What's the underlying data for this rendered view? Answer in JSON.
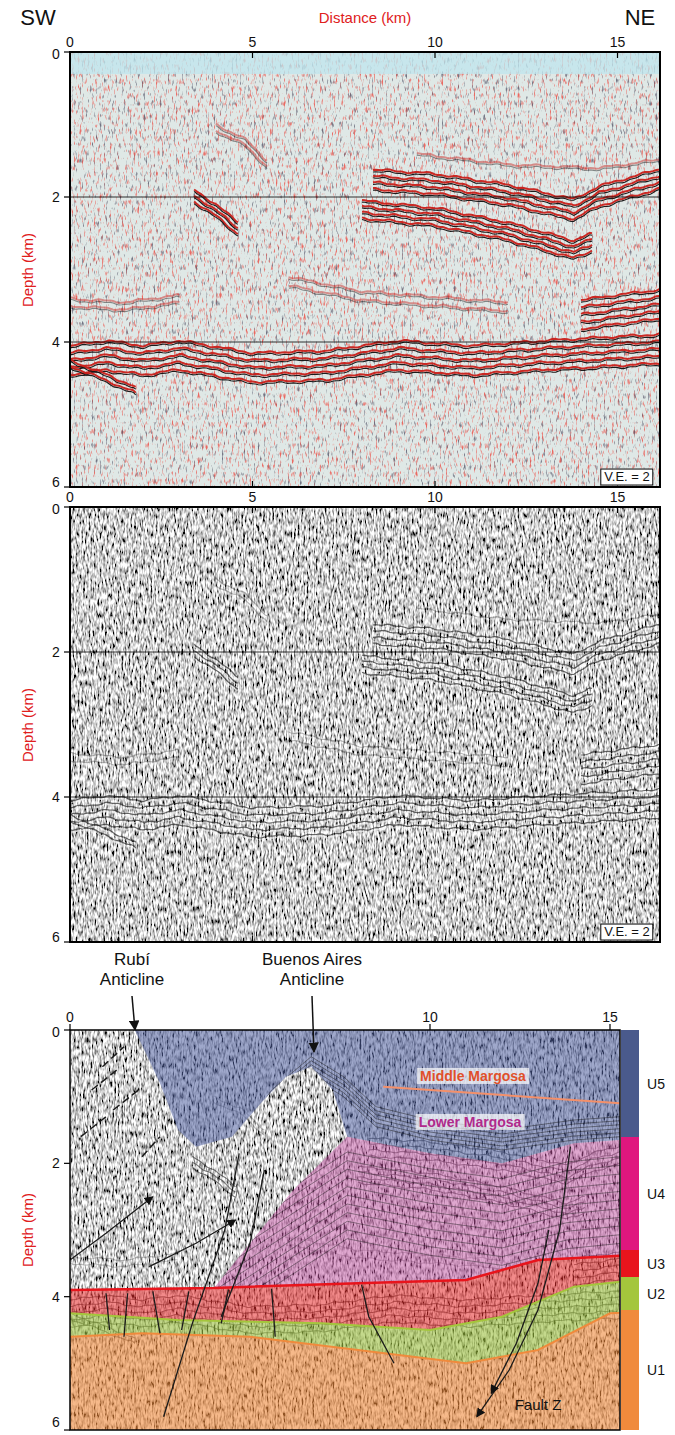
{
  "diagram": {
    "labels": [
      "SW",
      "NE",
      "Distance (km)",
      "0",
      "5",
      "10",
      "15",
      "0",
      "2",
      "4",
      "6",
      "Depth (km)",
      "V.E. = 2",
      "0",
      "5",
      "10",
      "15",
      "0",
      "2",
      "4",
      "6",
      "Depth (km)",
      "V.E. = 2",
      "Rubí Anticline",
      "Buenos Aires Anticline",
      "0",
      "10",
      "15",
      "0",
      "2",
      "4",
      "6",
      "Depth (km)",
      "Middle Margosa",
      "Lower Margosa",
      "Fault Z"
    ],
    "legend": [
      {
        "text": "U5",
        "color": "#4a5a8c"
      },
      {
        "text": "U4",
        "color": "#e0177e"
      },
      {
        "text": "U3",
        "color": "#e8141c"
      },
      {
        "text": "U2",
        "color": "#a4c63c"
      },
      {
        "text": "U1",
        "color": "#f08a3c"
      }
    ]
  }
}
